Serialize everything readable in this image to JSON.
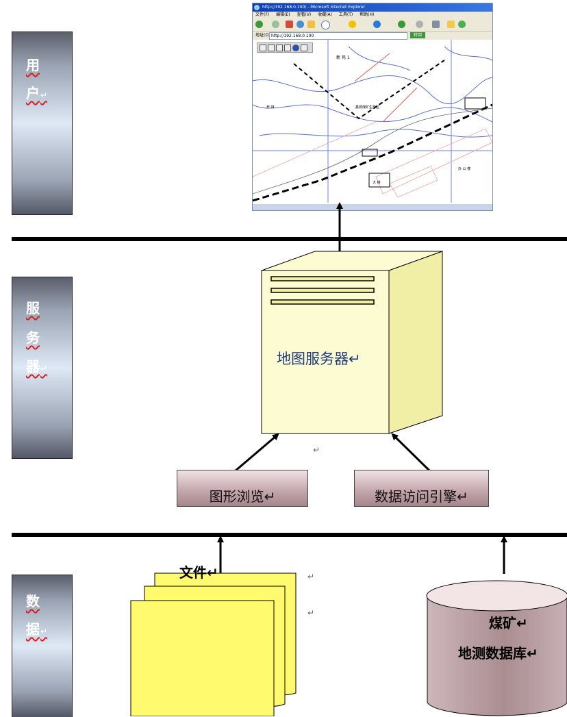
{
  "layers": {
    "user": {
      "chars": [
        "用",
        "户"
      ],
      "mark": "↵"
    },
    "server": {
      "chars": [
        "服",
        "务",
        "器"
      ],
      "mark": "↵"
    },
    "data": {
      "chars": [
        "数",
        "据"
      ],
      "mark": "↵"
    }
  },
  "browser": {
    "title": "http://192.168.0.100/ - Microsoft Internet Explorer",
    "menu": [
      "文件(F)",
      "编辑(E)",
      "查看(V)",
      "收藏(A)",
      "工具(T)",
      "帮助(H)"
    ],
    "address_label": "地址(D)",
    "address": "http://192.168.0.100",
    "go_label": "转到",
    "map_text": [
      "新 苑 1",
      "鑫源煤矿生产区",
      "开 林",
      "大 楼",
      "办 公 楼"
    ]
  },
  "server": {
    "label": "地图服务器↵"
  },
  "engines": {
    "graphics": "图形浏览↵",
    "data_access": "数据访问引擎↵"
  },
  "stray_mark": "↵",
  "files": {
    "label": "文件↵",
    "marks": [
      "↵",
      "↵"
    ]
  },
  "database": {
    "line1": "煤矿↵",
    "line2": "地测数据库↵"
  },
  "colors": {
    "layer_dark": "#545866",
    "layer_light": "#dfe8f5",
    "server_front": "#fdfbd2",
    "server_side": "#f0efa5",
    "files_fill": "#fffa6e",
    "db_top": "#f3e4e6",
    "db_body": "#a98d91",
    "server_text": "#1b3a78"
  }
}
